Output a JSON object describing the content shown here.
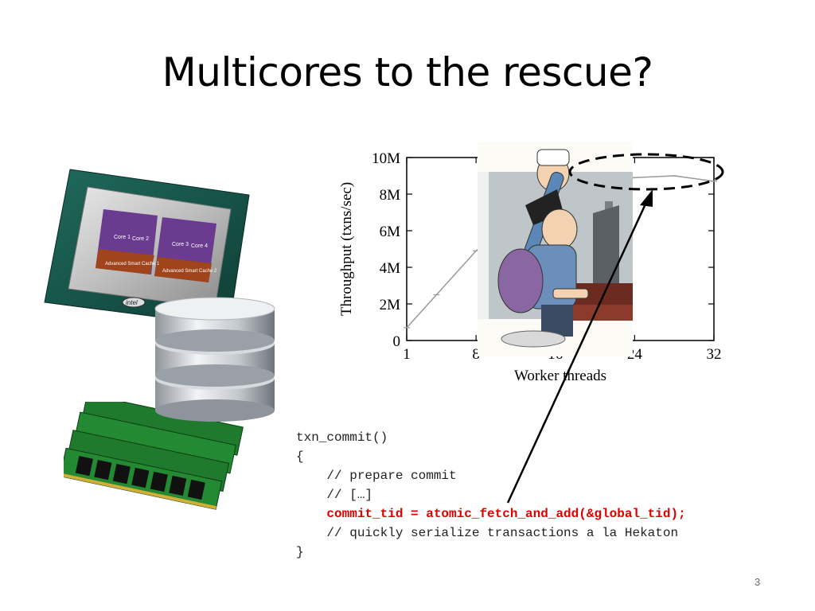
{
  "slide": {
    "title": "Multicores to the rescue?",
    "page_number": "3"
  },
  "code_lines": [
    {
      "text": "txn_commit()",
      "highlight": false
    },
    {
      "text": "{",
      "highlight": false
    },
    {
      "text": "    // prepare commit",
      "highlight": false
    },
    {
      "text": "    // […]",
      "highlight": false
    },
    {
      "text": "    commit_tid = atomic_fetch_and_add(&global_tid);",
      "highlight": true
    },
    {
      "text": "    // quickly serialize transactions a la Hekaton",
      "highlight": false
    },
    {
      "text": "}",
      "highlight": false
    }
  ],
  "images": {
    "cpu": {
      "icon": "cpu-chip-icon",
      "caption_lines": [
        "Core 1",
        "Core 2",
        "Core 3",
        "Core 4",
        "Advanced Smart Cache 1",
        "Advanced Smart Cache 2"
      ],
      "brand": "intel"
    },
    "database": {
      "icon": "database-cylinder-icon"
    },
    "memory": {
      "icon": "ram-module-icon"
    },
    "cartoon": {
      "icon": "frustrated-programmer-icon"
    }
  },
  "chart_data": {
    "type": "line",
    "xlabel": "Worker threads",
    "ylabel": "Throughput (txns/sec)",
    "x_ticks": [
      1,
      8,
      16,
      24,
      32
    ],
    "x_tick_labels": [
      "1",
      "8",
      "16",
      "24",
      "32"
    ],
    "y_ticks": [
      0,
      2000000,
      4000000,
      6000000,
      8000000,
      10000000
    ],
    "y_tick_labels": [
      "0",
      "2M",
      "4M",
      "6M",
      "8M",
      "10M"
    ],
    "xlim": [
      1,
      32
    ],
    "ylim": [
      0,
      10000000
    ],
    "series": [
      {
        "x": [
          1,
          4,
          8,
          12,
          16,
          20,
          24,
          28,
          32
        ],
        "y": [
          700000,
          2500000,
          4900000,
          6700000,
          8000000,
          8600000,
          8900000,
          9000000,
          8700000
        ],
        "color": "#999999"
      }
    ],
    "grid": false
  },
  "colors": {
    "highlight": "#e00000",
    "series": "#999999"
  }
}
